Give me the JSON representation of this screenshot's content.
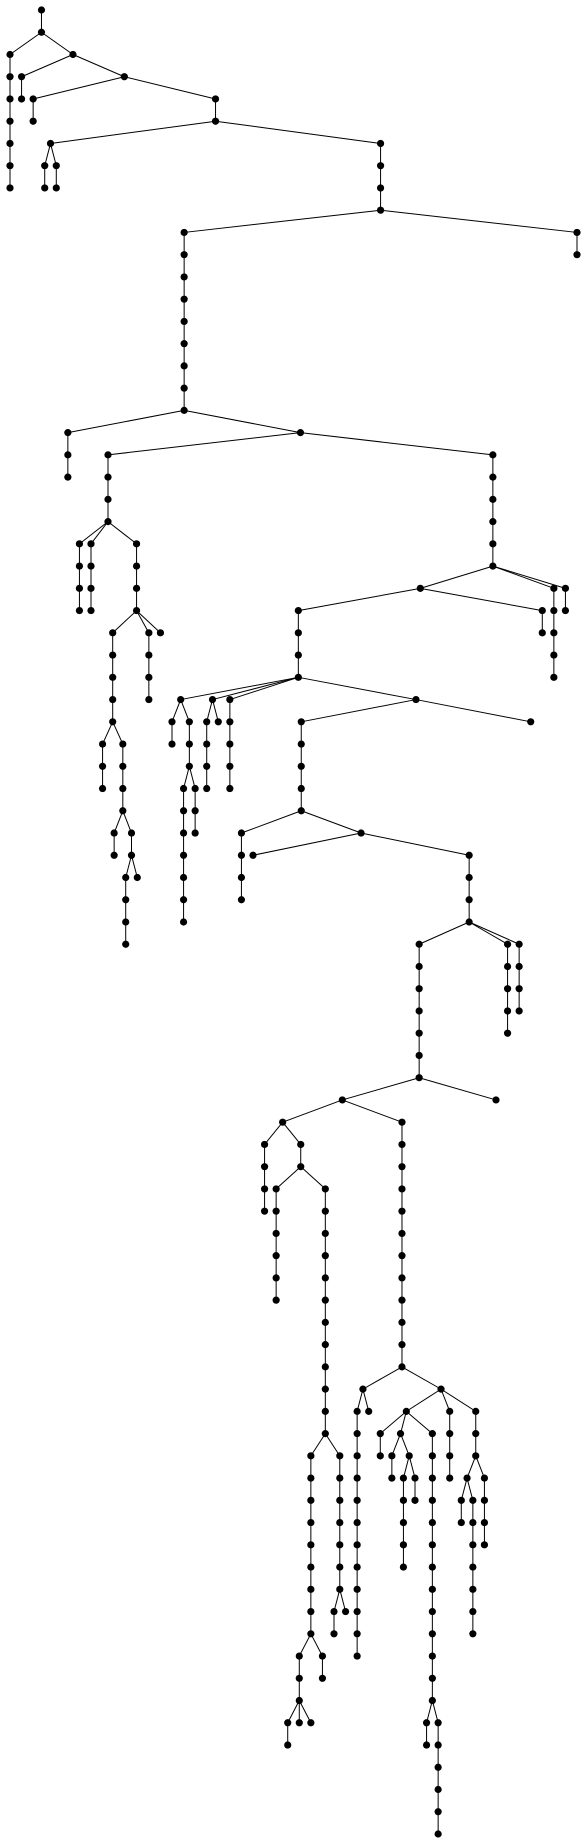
{
  "diagram": {
    "type": "tree",
    "root": "n0",
    "node_color": "#000000",
    "edge_color": "#000000",
    "background": "#ffffff",
    "labels": [],
    "edges": [
      [
        "n0",
        "n1"
      ],
      [
        "n1",
        "n2"
      ],
      [
        "n1",
        "n3"
      ],
      [
        "n2",
        "n4"
      ],
      [
        "n4",
        "n5"
      ],
      [
        "n5",
        "n6"
      ],
      [
        "n6",
        "n7"
      ],
      [
        "n7",
        "n8"
      ],
      [
        "n8",
        "n9"
      ],
      [
        "n3",
        "n10"
      ],
      [
        "n3",
        "n11"
      ],
      [
        "n10",
        "n12"
      ],
      [
        "n11",
        "n13"
      ],
      [
        "n11",
        "n14"
      ],
      [
        "n13",
        "n15"
      ],
      [
        "n14",
        "n16"
      ],
      [
        "n16",
        "n17"
      ],
      [
        "n16",
        "n18"
      ],
      [
        "n17",
        "n19"
      ],
      [
        "n17",
        "n20"
      ],
      [
        "n19",
        "n21"
      ],
      [
        "n20",
        "n22"
      ],
      [
        "n18",
        "n23"
      ],
      [
        "n23",
        "n24"
      ],
      [
        "n24",
        "n25"
      ],
      [
        "n25",
        "n26"
      ],
      [
        "n25",
        "n27"
      ],
      [
        "n27",
        "n28"
      ],
      [
        "n26",
        "n29"
      ],
      [
        "n29",
        "n30"
      ],
      [
        "n30",
        "n31"
      ],
      [
        "n31",
        "n32"
      ],
      [
        "n32",
        "n33"
      ],
      [
        "n33",
        "n34"
      ],
      [
        "n34",
        "n35"
      ],
      [
        "n35",
        "n36"
      ],
      [
        "n36",
        "n37"
      ],
      [
        "n36",
        "n38"
      ],
      [
        "n37",
        "n39"
      ],
      [
        "n39",
        "n40"
      ],
      [
        "n38",
        "n41"
      ],
      [
        "n38",
        "n42"
      ],
      [
        "n41",
        "n43"
      ],
      [
        "n43",
        "n44"
      ],
      [
        "n44",
        "n45"
      ],
      [
        "n45",
        "n46"
      ],
      [
        "n45",
        "n47"
      ],
      [
        "n45",
        "n48"
      ],
      [
        "n46",
        "n49"
      ],
      [
        "n49",
        "n50"
      ],
      [
        "n50",
        "n51"
      ],
      [
        "n47",
        "n52"
      ],
      [
        "n52",
        "n53"
      ],
      [
        "n53",
        "n54"
      ],
      [
        "n48",
        "n55"
      ],
      [
        "n55",
        "n56"
      ],
      [
        "n56",
        "n57"
      ],
      [
        "n57",
        "n58"
      ],
      [
        "n57",
        "n59"
      ],
      [
        "n57",
        "n60"
      ],
      [
        "n58",
        "n61"
      ],
      [
        "n61",
        "n62"
      ],
      [
        "n62",
        "n63"
      ],
      [
        "n63",
        "n64"
      ],
      [
        "n64",
        "n65"
      ],
      [
        "n64",
        "n66"
      ],
      [
        "n65",
        "n67"
      ],
      [
        "n67",
        "n68"
      ],
      [
        "n66",
        "n69"
      ],
      [
        "n69",
        "n70"
      ],
      [
        "n70",
        "n71"
      ],
      [
        "n71",
        "n72"
      ],
      [
        "n71",
        "n73"
      ],
      [
        "n72",
        "n74"
      ],
      [
        "n73",
        "n75"
      ],
      [
        "n75",
        "n76"
      ],
      [
        "n75",
        "n77"
      ],
      [
        "n76",
        "n78"
      ],
      [
        "n78",
        "n79"
      ],
      [
        "n79",
        "n80"
      ],
      [
        "n59",
        "n81"
      ],
      [
        "n81",
        "n82"
      ],
      [
        "n82",
        "n83"
      ],
      [
        "n42",
        "n84"
      ],
      [
        "n84",
        "n85"
      ],
      [
        "n85",
        "n86"
      ],
      [
        "n86",
        "n87"
      ],
      [
        "n87",
        "n88"
      ],
      [
        "n88",
        "n89"
      ],
      [
        "n88",
        "n90"
      ],
      [
        "n88",
        "n91"
      ],
      [
        "n89",
        "n92"
      ],
      [
        "n89",
        "n93"
      ],
      [
        "n92",
        "n94"
      ],
      [
        "n93",
        "n95"
      ],
      [
        "n90",
        "n96"
      ],
      [
        "n96",
        "n97"
      ],
      [
        "n97",
        "n98"
      ],
      [
        "n98",
        "n99"
      ],
      [
        "n91",
        "n100"
      ],
      [
        "n94",
        "n101"
      ],
      [
        "n101",
        "n102"
      ],
      [
        "n102",
        "n103"
      ],
      [
        "n102",
        "n104"
      ],
      [
        "n102",
        "n105"
      ],
      [
        "n102",
        "n106"
      ],
      [
        "n103",
        "n107"
      ],
      [
        "n103",
        "n108"
      ],
      [
        "n107",
        "n109"
      ],
      [
        "n108",
        "n110"
      ],
      [
        "n110",
        "n111"
      ],
      [
        "n111",
        "n112"
      ],
      [
        "n111",
        "n113"
      ],
      [
        "n112",
        "n114"
      ],
      [
        "n114",
        "n115"
      ],
      [
        "n115",
        "n116"
      ],
      [
        "n116",
        "n117"
      ],
      [
        "n117",
        "n118"
      ],
      [
        "n118",
        "n119"
      ],
      [
        "n113",
        "n120"
      ],
      [
        "n120",
        "n121"
      ],
      [
        "n104",
        "n122"
      ],
      [
        "n104",
        "n123"
      ],
      [
        "n122",
        "n124"
      ],
      [
        "n124",
        "n125"
      ],
      [
        "n125",
        "n126"
      ],
      [
        "n105",
        "n127"
      ],
      [
        "n127",
        "n128"
      ],
      [
        "n128",
        "n129"
      ],
      [
        "n129",
        "n130"
      ],
      [
        "n106",
        "n131"
      ],
      [
        "n106",
        "n132"
      ],
      [
        "n131",
        "n133"
      ],
      [
        "n133",
        "n134"
      ],
      [
        "n134",
        "n135"
      ],
      [
        "n135",
        "n136"
      ],
      [
        "n136",
        "n137"
      ],
      [
        "n136",
        "n138"
      ],
      [
        "n137",
        "n139"
      ],
      [
        "n139",
        "n140"
      ],
      [
        "n140",
        "n141"
      ],
      [
        "n138",
        "n142"
      ],
      [
        "n138",
        "n143"
      ],
      [
        "n143",
        "n144"
      ],
      [
        "n144",
        "n145"
      ],
      [
        "n145",
        "n146"
      ],
      [
        "n146",
        "n147"
      ],
      [
        "n146",
        "n148"
      ],
      [
        "n146",
        "n149"
      ],
      [
        "n147",
        "n150"
      ],
      [
        "n148",
        "n151"
      ],
      [
        "n151",
        "n152"
      ],
      [
        "n152",
        "n153"
      ],
      [
        "n153",
        "n154"
      ],
      [
        "n149",
        "n155"
      ],
      [
        "n155",
        "n156"
      ],
      [
        "n156",
        "n157"
      ],
      [
        "n150",
        "n158"
      ],
      [
        "n158",
        "n159"
      ],
      [
        "n159",
        "n160"
      ],
      [
        "n160",
        "n161"
      ],
      [
        "n161",
        "n162"
      ],
      [
        "n162",
        "n163"
      ],
      [
        "n162",
        "n164"
      ],
      [
        "n163",
        "n165"
      ],
      [
        "n163",
        "n166"
      ],
      [
        "n165",
        "n167"
      ],
      [
        "n165",
        "n168"
      ],
      [
        "n167",
        "n169"
      ],
      [
        "n169",
        "n170"
      ],
      [
        "n170",
        "n171"
      ],
      [
        "n168",
        "n172"
      ],
      [
        "n172",
        "n173"
      ],
      [
        "n172",
        "n174"
      ],
      [
        "n173",
        "n175"
      ],
      [
        "n175",
        "n176"
      ],
      [
        "n176",
        "n177"
      ],
      [
        "n177",
        "n178"
      ],
      [
        "n178",
        "n179"
      ],
      [
        "n174",
        "n180"
      ],
      [
        "n180",
        "n181"
      ],
      [
        "n181",
        "n182"
      ],
      [
        "n182",
        "n183"
      ],
      [
        "n183",
        "n184"
      ],
      [
        "n184",
        "n185"
      ],
      [
        "n185",
        "n186"
      ],
      [
        "n186",
        "n187"
      ],
      [
        "n187",
        "n188"
      ],
      [
        "n188",
        "n189"
      ],
      [
        "n189",
        "n190"
      ],
      [
        "n190",
        "n191"
      ],
      [
        "n190",
        "n192"
      ],
      [
        "n191",
        "n193"
      ],
      [
        "n193",
        "n194"
      ],
      [
        "n194",
        "n195"
      ],
      [
        "n195",
        "n196"
      ],
      [
        "n196",
        "n197"
      ],
      [
        "n197",
        "n198"
      ],
      [
        "n198",
        "n199"
      ],
      [
        "n199",
        "n200"
      ],
      [
        "n200",
        "n201"
      ],
      [
        "n201",
        "n202"
      ],
      [
        "n202",
        "n203"
      ],
      [
        "n203",
        "n204"
      ],
      [
        "n204",
        "n205"
      ],
      [
        "n203",
        "n206"
      ],
      [
        "n203",
        "n207"
      ],
      [
        "n200",
        "n208"
      ],
      [
        "n208",
        "n209"
      ],
      [
        "n192",
        "n210"
      ],
      [
        "n210",
        "n211"
      ],
      [
        "n211",
        "n212"
      ],
      [
        "n212",
        "n213"
      ],
      [
        "n213",
        "n214"
      ],
      [
        "n214",
        "n215"
      ],
      [
        "n215",
        "n216"
      ],
      [
        "n215",
        "n217"
      ],
      [
        "n216",
        "n218"
      ],
      [
        "n166",
        "n219"
      ],
      [
        "n219",
        "n220"
      ],
      [
        "n220",
        "n221"
      ],
      [
        "n221",
        "n222"
      ],
      [
        "n222",
        "n223"
      ],
      [
        "n223",
        "n224"
      ],
      [
        "n224",
        "n225"
      ],
      [
        "n225",
        "n226"
      ],
      [
        "n226",
        "n227"
      ],
      [
        "n227",
        "n228"
      ],
      [
        "n228",
        "n229"
      ],
      [
        "n229",
        "n230"
      ],
      [
        "n229",
        "n231"
      ],
      [
        "n230",
        "n232"
      ],
      [
        "n230",
        "n233"
      ],
      [
        "n231",
        "n234"
      ],
      [
        "n231",
        "n235"
      ],
      [
        "n231",
        "n236"
      ],
      [
        "n232",
        "n237"
      ],
      [
        "n237",
        "n238"
      ],
      [
        "n238",
        "n239"
      ],
      [
        "n239",
        "n240"
      ],
      [
        "n240",
        "n241"
      ],
      [
        "n241",
        "n242"
      ],
      [
        "n242",
        "n243"
      ],
      [
        "n243",
        "n244"
      ],
      [
        "n244",
        "n245"
      ],
      [
        "n245",
        "n246"
      ],
      [
        "n246",
        "n247"
      ],
      [
        "n234",
        "n248"
      ],
      [
        "n234",
        "n249"
      ],
      [
        "n234",
        "n250"
      ],
      [
        "n248",
        "n251"
      ],
      [
        "n249",
        "n252"
      ],
      [
        "n249",
        "n253"
      ],
      [
        "n252",
        "n254"
      ],
      [
        "n253",
        "n255"
      ],
      [
        "n253",
        "n256"
      ],
      [
        "n255",
        "n257"
      ],
      [
        "n257",
        "n258"
      ],
      [
        "n258",
        "n259"
      ],
      [
        "n259",
        "n260"
      ],
      [
        "n256",
        "n261"
      ],
      [
        "n250",
        "n262"
      ],
      [
        "n262",
        "n263"
      ],
      [
        "n263",
        "n264"
      ],
      [
        "n264",
        "n265"
      ],
      [
        "n265",
        "n266"
      ],
      [
        "n266",
        "n267"
      ],
      [
        "n267",
        "n268"
      ],
      [
        "n268",
        "n269"
      ],
      [
        "n269",
        "n270"
      ],
      [
        "n270",
        "n271"
      ],
      [
        "n271",
        "n272"
      ],
      [
        "n272",
        "n273"
      ],
      [
        "n273",
        "n274"
      ],
      [
        "n273",
        "n275"
      ],
      [
        "n274",
        "n276"
      ],
      [
        "n275",
        "n277"
      ],
      [
        "n277",
        "n278"
      ],
      [
        "n278",
        "n279"
      ],
      [
        "n279",
        "n280"
      ],
      [
        "n280",
        "n281"
      ],
      [
        "n235",
        "n282"
      ],
      [
        "n282",
        "n283"
      ],
      [
        "n283",
        "n284"
      ],
      [
        "n236",
        "n285"
      ],
      [
        "n285",
        "n286"
      ],
      [
        "n286",
        "n287"
      ],
      [
        "n286",
        "n288"
      ],
      [
        "n288",
        "n289"
      ],
      [
        "n289",
        "n290"
      ],
      [
        "n290",
        "n291"
      ],
      [
        "n287",
        "n292"
      ],
      [
        "n287",
        "n293"
      ],
      [
        "n292",
        "n294"
      ],
      [
        "n293",
        "n295"
      ],
      [
        "n295",
        "n296"
      ],
      [
        "n296",
        "n297"
      ],
      [
        "n297",
        "n298"
      ],
      [
        "n298",
        "n299"
      ],
      [
        "n299",
        "n300"
      ]
    ],
    "node_count": 301
  }
}
